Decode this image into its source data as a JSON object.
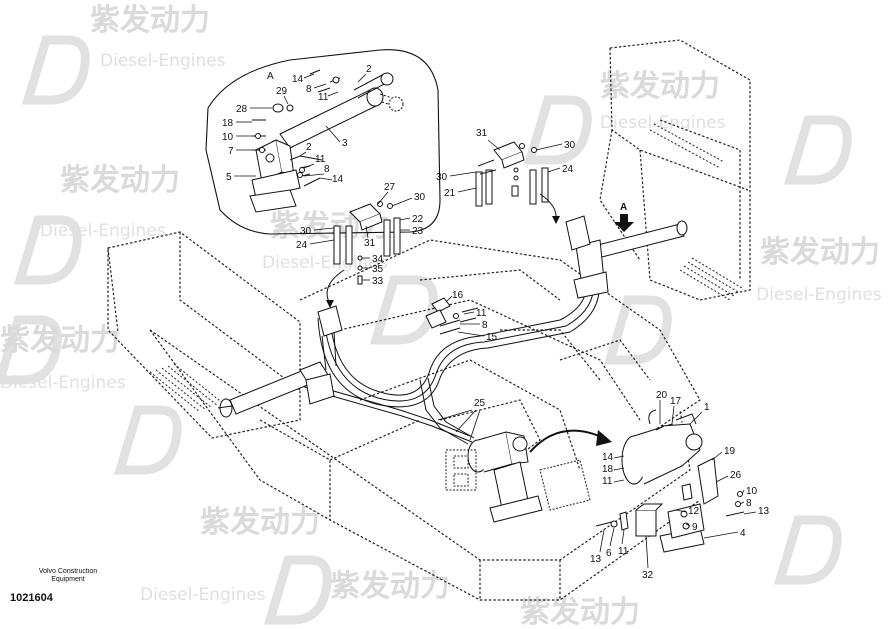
{
  "watermark": {
    "brand_cn": "紫发动力",
    "brand_en": "Diesel-Engines"
  },
  "detail_label": "A",
  "arrow_label": "A",
  "footer": {
    "maker_line1": "Volvo Construction",
    "maker_line2": "Equipment",
    "part_number": "1021604"
  },
  "callouts": {
    "inset": [
      "14",
      "2",
      "8",
      "11",
      "29",
      "28",
      "18",
      "10",
      "7",
      "5",
      "3",
      "2",
      "11",
      "8",
      "14"
    ],
    "valve_left": [
      "27",
      "30",
      "30",
      "31",
      "22",
      "23",
      "24",
      "34",
      "35",
      "33"
    ],
    "valve_top": [
      "31",
      "30",
      "30",
      "24",
      "21"
    ],
    "center": [
      "16",
      "11",
      "8",
      "15"
    ],
    "hoses": [
      "25"
    ],
    "pump": [
      "20",
      "17",
      "1",
      "14",
      "18",
      "11",
      "19",
      "26",
      "10",
      "8",
      "13",
      "12",
      "9",
      "13",
      "6",
      "11",
      "4",
      "32"
    ]
  }
}
